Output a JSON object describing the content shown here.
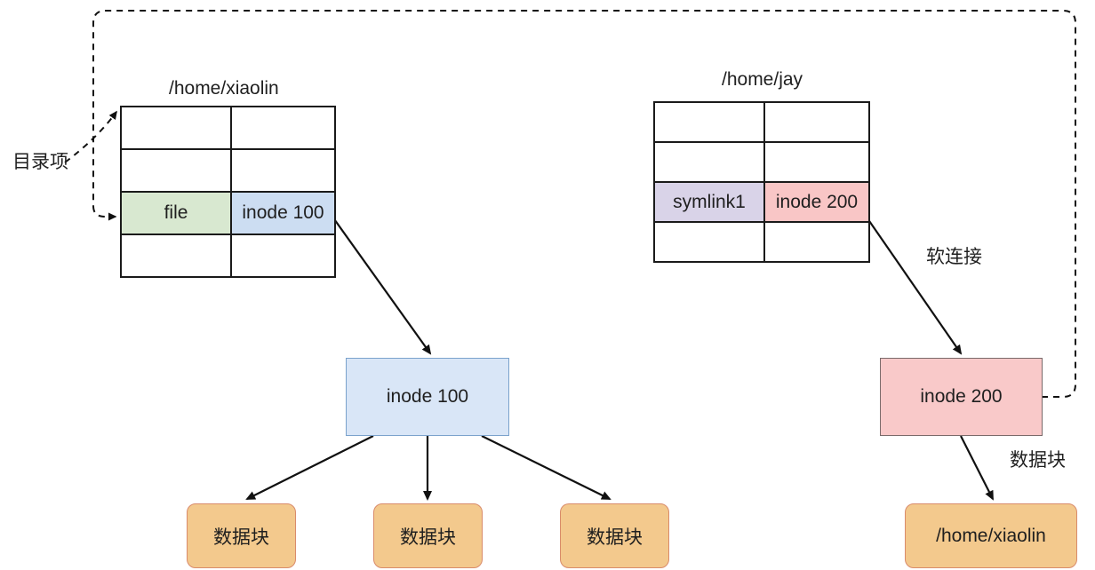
{
  "diagram": {
    "title": "symbolic link (soft link) file system diagram",
    "labels": {
      "dir_entry": "目录项",
      "soft_link": "软连接",
      "data_block_note": "数据块"
    },
    "tables": [
      {
        "name": "home-xiaolin-dir-table",
        "caption": "/home/xiaolin",
        "rows": [
          {
            "name": "",
            "inode": ""
          },
          {
            "name": "",
            "inode": ""
          },
          {
            "name": "file",
            "inode": "inode 100",
            "highlight": true
          },
          {
            "name": "",
            "inode": ""
          }
        ]
      },
      {
        "name": "home-jay-dir-table",
        "caption": "/home/jay",
        "rows": [
          {
            "name": "",
            "inode": ""
          },
          {
            "name": "",
            "inode": ""
          },
          {
            "name": "symlink1",
            "inode": "inode 200",
            "highlight": true
          },
          {
            "name": "",
            "inode": ""
          }
        ]
      }
    ],
    "nodes": {
      "inode100": "inode 100",
      "inode200": "inode 200",
      "block1": "数据块",
      "block2": "数据块",
      "block3": "数据块",
      "target_path": "/home/xiaolin"
    },
    "colors": {
      "name_cell_green": "#d8e8d0",
      "inode_cell_blue": "#ccddf2",
      "name_cell_purple": "#d9d3e8",
      "inode_cell_pink": "#f9c6c6",
      "inode_node_blue": "#d9e6f7",
      "inode_node_pink": "#f9c9c9",
      "data_block_orange": "#f3c98d",
      "stroke": "#1a1a1a"
    }
  }
}
